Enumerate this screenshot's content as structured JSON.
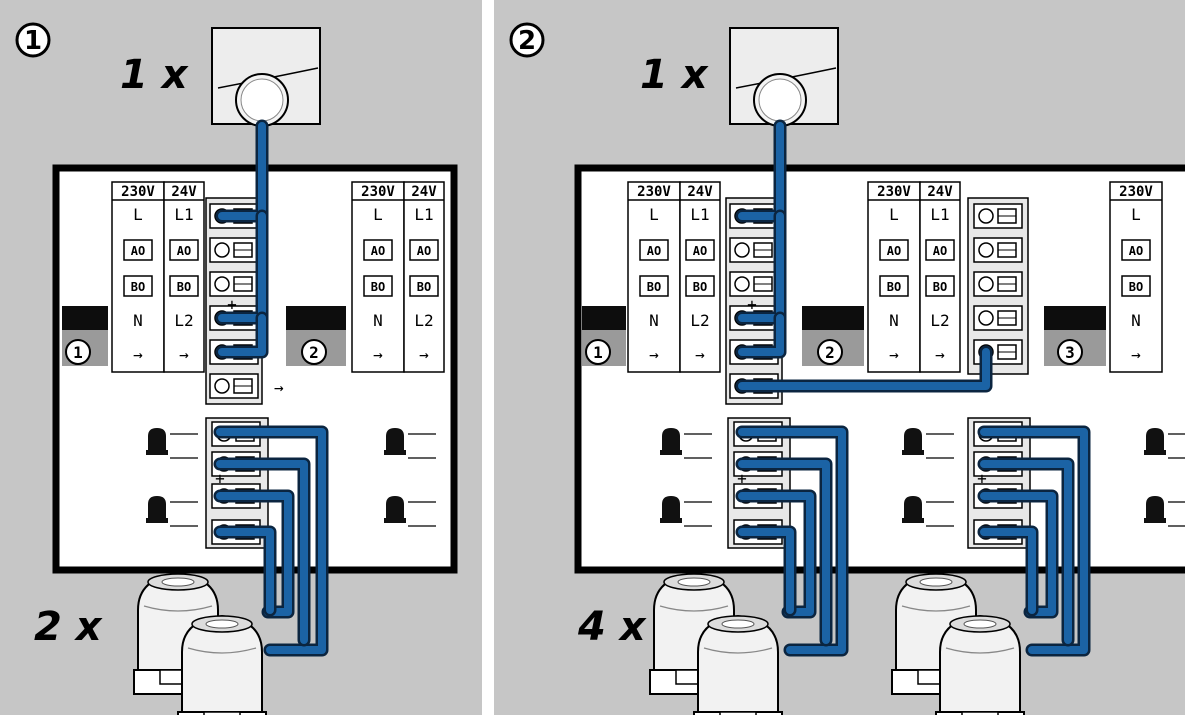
{
  "colors": {
    "panel_background": "#c6c6c6",
    "wire": "#1b63a5",
    "wire_outline": "#0b2540",
    "terminal_block": "#e8e8e8",
    "divider": "#ffffff"
  },
  "panels": [
    {
      "step": "1",
      "thermostat_qty": "1 x",
      "actuator_qty": "2 x",
      "column_headers": [
        "230V",
        "24V",
        "230V",
        "24V"
      ],
      "row_labels_230": [
        "L",
        "N",
        "→"
      ],
      "row_labels_24": [
        "L1",
        "L2",
        "→"
      ],
      "key_icons": [
        "AO",
        "BO"
      ],
      "zone_badges": [
        "1",
        "2"
      ],
      "plus_sign": "+",
      "arrow": "→"
    },
    {
      "step": "2",
      "thermostat_qty": "1 x",
      "actuator_qty": "4 x",
      "column_headers": [
        "230V",
        "24V",
        "230V",
        "24V",
        "230V"
      ],
      "row_labels_230": [
        "L",
        "N",
        "→"
      ],
      "row_labels_24": [
        "L1",
        "L2",
        "→"
      ],
      "key_icons": [
        "AO",
        "BO"
      ],
      "zone_badges": [
        "1",
        "2",
        "3"
      ],
      "plus_sign": "+"
    }
  ],
  "icons": [
    "thermostat-icon",
    "actuator-icon",
    "bell-terminal-icon",
    "zone-badge-icon",
    "screw-terminal-icon"
  ]
}
